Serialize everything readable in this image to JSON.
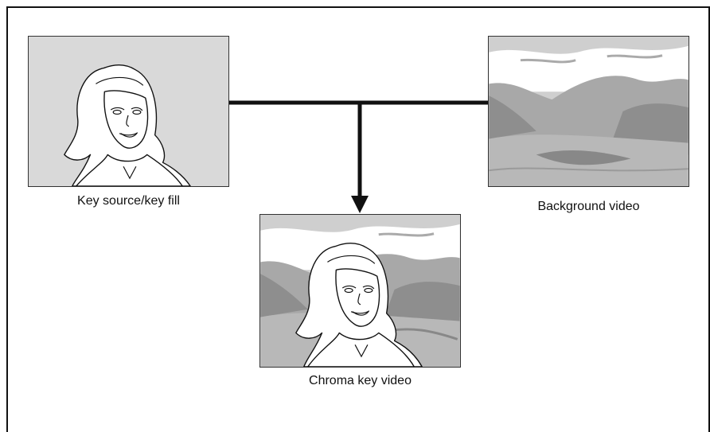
{
  "diagram": {
    "captions": {
      "key_source": "Key source/key fill",
      "background": "Background video",
      "output": "Chroma key video"
    },
    "colors": {
      "panel_gray": "#d9d9d9",
      "line": "#111111",
      "sky": "#cfcfcf",
      "mountain_dark": "#8e8e8e",
      "mountain_mid": "#a8a8a8",
      "snow": "#ffffff"
    },
    "panels": [
      {
        "id": "key_source",
        "content": "woman-portrait"
      },
      {
        "id": "background",
        "content": "mountain-landscape"
      },
      {
        "id": "output",
        "content": "woman-over-landscape"
      }
    ]
  }
}
